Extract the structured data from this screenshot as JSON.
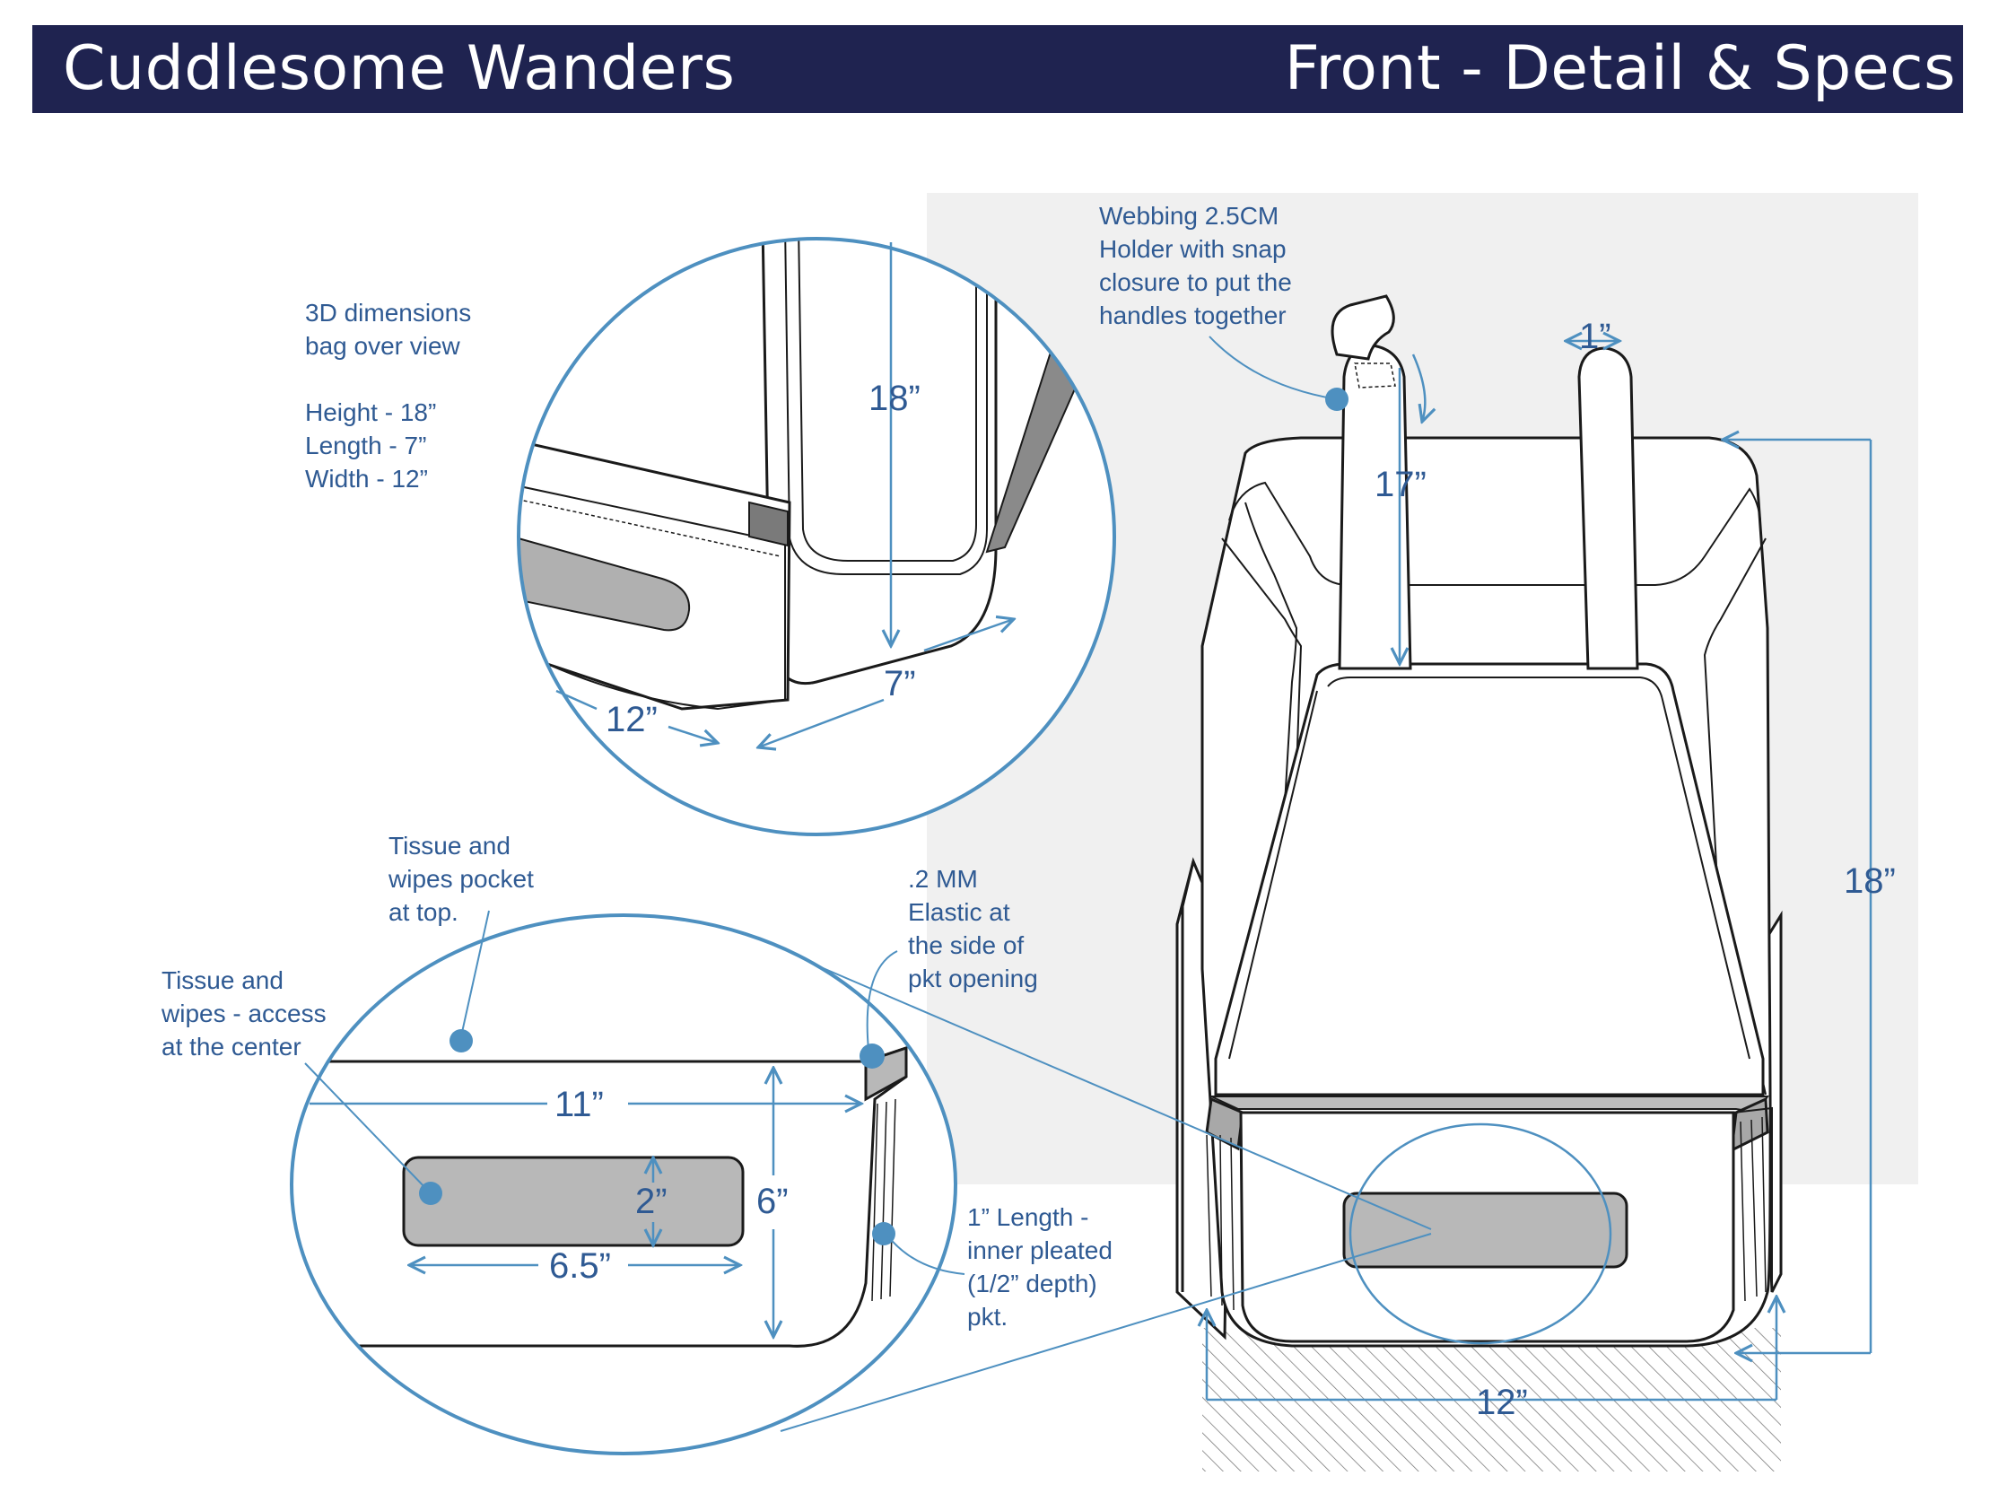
{
  "header": {
    "brand": "Cuddlesome Wanders",
    "view_title": "Front - Detail & Specs"
  },
  "callouts": {
    "overview": [
      "3D dimensions",
      "bag over view",
      "",
      "Height - 18”",
      "Length - 7”",
      "Width - 12”"
    ],
    "webbing": [
      "Webbing 2.5CM",
      "Holder with snap",
      "closure to put the",
      "handles together"
    ],
    "tissue_top": [
      "Tissue and",
      "wipes pocket",
      "at top."
    ],
    "tissue_center": [
      "Tissue and",
      "wipes - access",
      "at the center"
    ],
    "elastic": [
      ".2 MM",
      "Elastic at",
      "the side of",
      "pkt opening"
    ],
    "pleated": [
      "1” Length -",
      "inner pleated",
      "(1/2” depth)",
      "pkt."
    ]
  },
  "dimensions": {
    "detail_height": "18”",
    "detail_length": "7”",
    "detail_width": "12”",
    "strap_width": "1”",
    "strap_drop": "17”",
    "bag_height": "18”",
    "bag_width": "12”",
    "pocket_width": "11”",
    "pocket_height": "6”",
    "slot_height": "2”",
    "slot_width": "6.5”"
  },
  "colors": {
    "header_bg": "#1f2350",
    "accent_blue": "#4e90c0",
    "label_blue": "#2f5a93",
    "panel_grey": "#f0f0f0",
    "slot_grey": "#b8b8b8"
  }
}
